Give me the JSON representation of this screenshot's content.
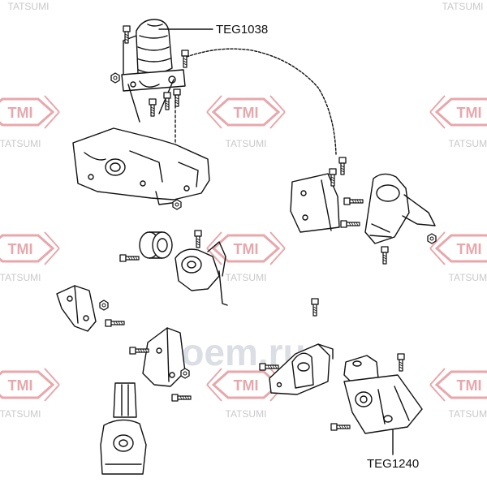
{
  "watermark": {
    "logo_text": "TMI",
    "brand_text": "TATSUMI",
    "color": "#e8a7ab",
    "brand_color": "#c9c9c9"
  },
  "oem_mark": {
    "text": "oem.ru",
    "color": "#cfd3dc"
  },
  "labels": {
    "top_part": "TEG1038",
    "bottom_part": "TEG1240"
  },
  "colors": {
    "line": "#111111",
    "background": "#ffffff"
  }
}
